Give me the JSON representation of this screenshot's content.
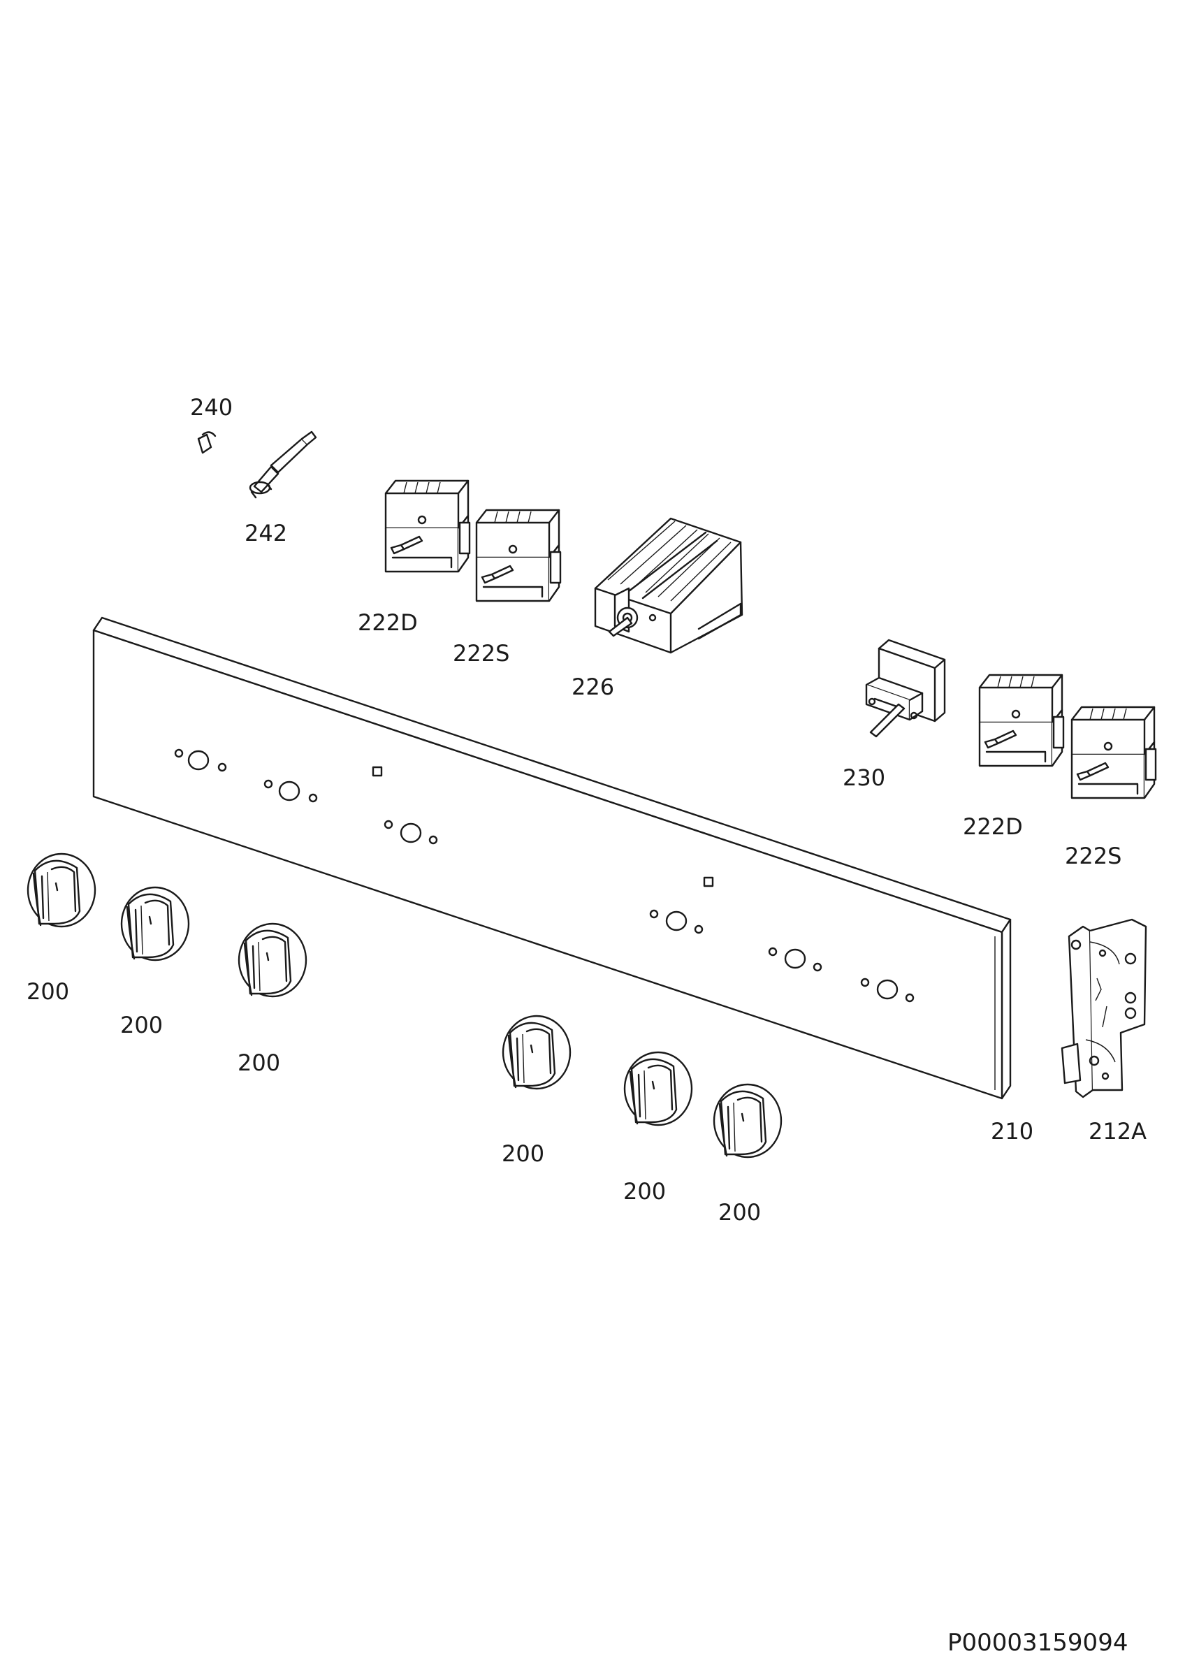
{
  "labels": {
    "p240": "240",
    "p242": "242",
    "p222d_a": "222D",
    "p222s_a": "222S",
    "p226": "226",
    "p230": "230",
    "p222d_b": "222D",
    "p222s_b": "222S",
    "p210": "210",
    "p212a": "212A",
    "k1": "200",
    "k2": "200",
    "k3": "200",
    "k4": "200",
    "k5": "200",
    "k6": "200"
  },
  "document_number": "P00003159094"
}
